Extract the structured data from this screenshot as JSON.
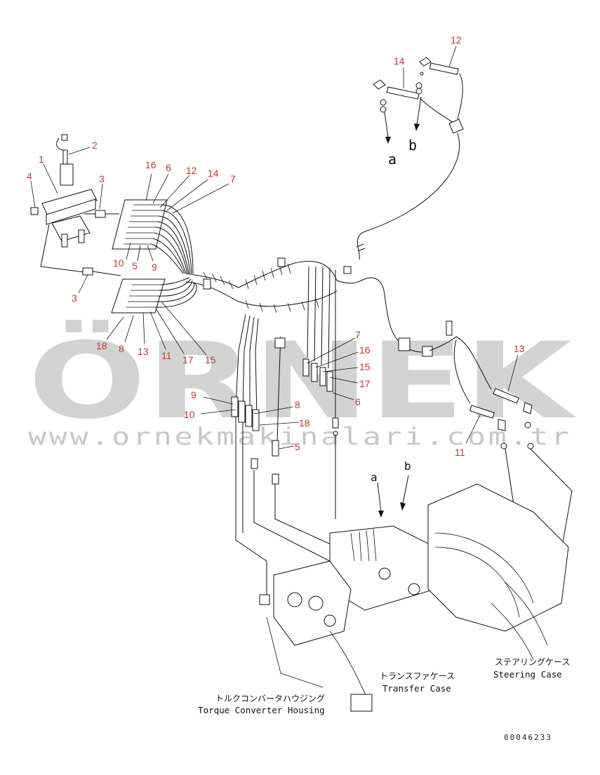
{
  "watermark": {
    "brand": "ÖRNEK",
    "url": "www.ornekmakinalari.com.tr",
    "accent_color": "#f2d98a",
    "text_color": "#d3d3d3"
  },
  "callouts": {
    "c12_top": "12",
    "c14_top": "14",
    "c2": "2",
    "c1": "1",
    "c4": "4",
    "c3_upper": "3",
    "c3_lower": "3",
    "c16_upper": "16",
    "c6_upper": "6",
    "c12_upper": "12",
    "c14_upper": "14",
    "c7_upper": "7",
    "c10_upper": "10",
    "c5_upper": "5",
    "c9_upper": "9",
    "c18_lower": "18",
    "c8_lower": "8",
    "c13_lower": "13",
    "c11_lower": "11",
    "c17_lower": "17",
    "c15_lower": "15",
    "c7_mid": "7",
    "c16_mid": "16",
    "c15_mid": "15",
    "c17_mid": "17",
    "c6_mid": "6",
    "c9_left": "9",
    "c10_left": "10",
    "c8_left": "8",
    "c18_left": "18",
    "c5_left": "5",
    "c13_right": "13",
    "c11_right": "11"
  },
  "refs": {
    "a_top": "a",
    "b_top": "b",
    "a_bottom": "a",
    "b_bottom": "b"
  },
  "labels": {
    "steering_jp": "ステアリングケース",
    "steering_en": "Steering Case",
    "transfer_jp": "トランスファケース",
    "transfer_en": "Transfer Case",
    "torque_jp": "トルクコンバータハウジング",
    "torque_en": "Torque Converter Housing"
  },
  "document_number": "00046233"
}
